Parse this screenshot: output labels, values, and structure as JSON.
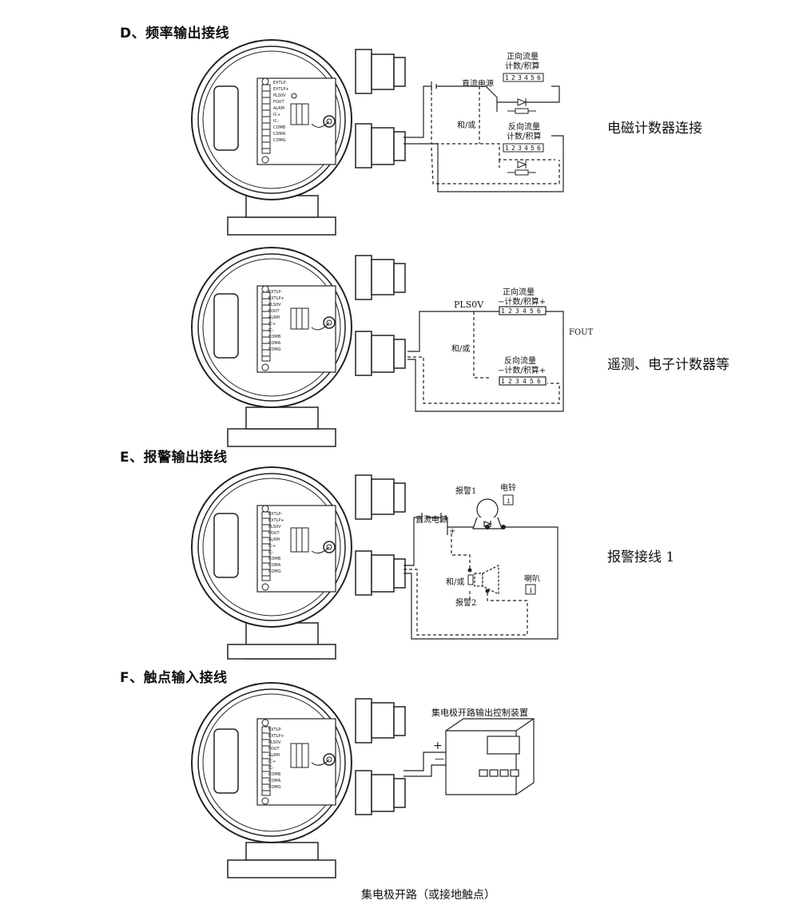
{
  "sections": [
    {
      "id": "D",
      "title": "D、频率输出接线"
    },
    {
      "id": "E",
      "title": "E、报警输出接线"
    },
    {
      "id": "F",
      "title": "F、触点输入接线"
    }
  ],
  "diagrams": {
    "d1": {
      "side_label": "电磁计数器连接",
      "power": "直流电源",
      "and_or": "和/或",
      "forward_title": "正向流量",
      "forward_sub": "计数/积算",
      "reverse_title": "反向流量",
      "reverse_sub": "计数/积算",
      "digits": [
        "1",
        "2",
        "3",
        "4",
        "5",
        "6"
      ]
    },
    "d2": {
      "side_label": "遥测、电子计数器等",
      "pls": "PLS0V",
      "fout": "FOUT",
      "and_or": "和/或",
      "forward_title": "正向流量",
      "forward_sub": "−计数/积算+",
      "reverse_title": "反向流量",
      "reverse_sub": "−计数/积算+",
      "digits": [
        "1",
        "2",
        "3",
        "4",
        "5",
        "6"
      ]
    },
    "e1": {
      "side_label": "报警接线 1",
      "alarm1": "报警1",
      "bell": "电铃",
      "power": "直流电源",
      "and_or": "和/或",
      "horn": "喇叭",
      "alarm2": "报警2"
    },
    "f1": {
      "device_label": "集电极开路输出控制装置",
      "plus": "+",
      "minus": "—",
      "caption": "集电极开路（或接地触点）"
    }
  },
  "terminal_labels": [
    "EXTLP-",
    "EXTLP+",
    "PLS0V",
    "FOUT",
    "ALRM",
    "IC+",
    "IC-",
    "COMB",
    "COMA",
    "COMG"
  ]
}
